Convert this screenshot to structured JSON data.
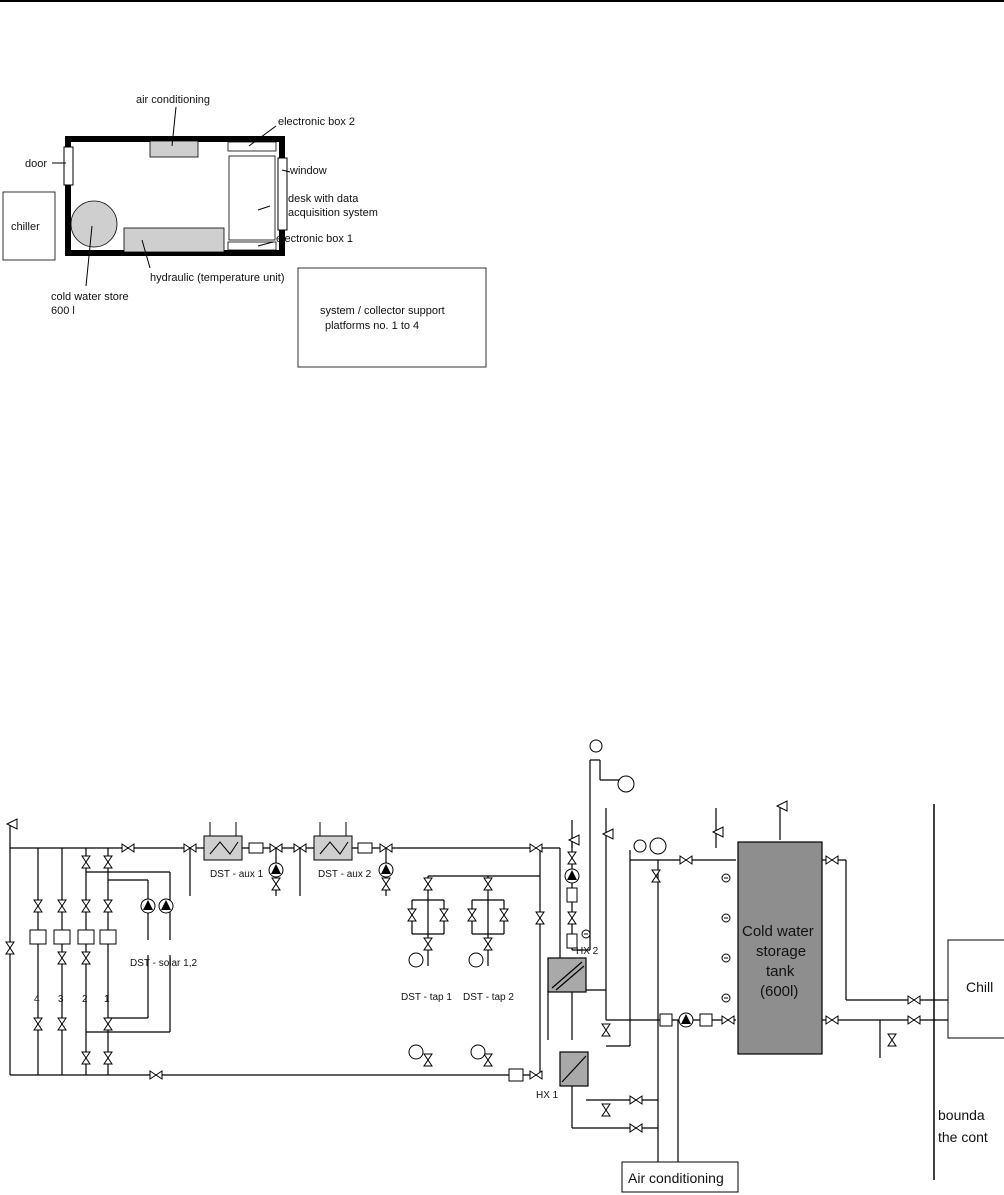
{
  "layout_plan": {
    "door": "door",
    "air_conditioning": "air conditioning",
    "electronic_box_2": "electronic box 2",
    "window": "window",
    "desk_line1": "desk with data",
    "desk_line2": "acquisition system",
    "chiller": "chiller",
    "electronic_box_1": "electronic box 1",
    "hydraulic": "hydraulic (temperature unit)",
    "cold_water_store_line1": "cold water store",
    "cold_water_store_line2": "600 l",
    "platforms_line1": "system / collector support",
    "platforms_line2": "platforms no. 1 to 4"
  },
  "hydraulic_scheme": {
    "dst_aux_1": "DST - aux 1",
    "dst_aux_2": "DST - aux 2",
    "dst_solar": "DST - solar 1,2",
    "dst_tap_1": "DST - tap 1",
    "dst_tap_2": "DST - tap 2",
    "hx2": "HX 2",
    "hx1": "HX 1",
    "tank_line1": "Cold water",
    "tank_line2": "storage",
    "tank_line3": "tank",
    "tank_line4": "(600l)",
    "chiller": "Chill",
    "boundary_line1": "bounda",
    "boundary_line2": "the cont",
    "air_conditioning": "Air conditioning",
    "branch_numbers": [
      "4",
      "3",
      "2",
      "1"
    ]
  }
}
